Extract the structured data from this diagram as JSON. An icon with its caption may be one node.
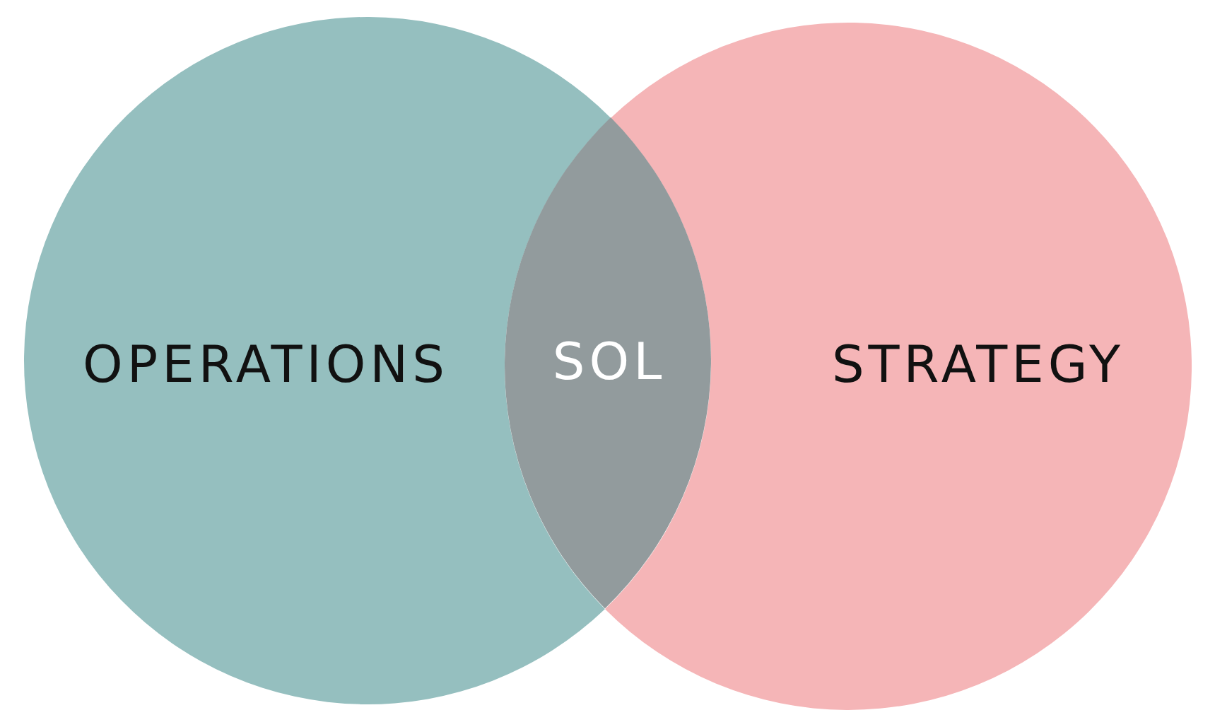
{
  "diagram": {
    "nodes": [
      {
        "text": [
          "OPERATIONS"
        ]
      },
      {
        "text": [
          "STRATEGY"
        ]
      },
      {
        "text": [
          "SOL"
        ]
      }
    ]
  }
}
